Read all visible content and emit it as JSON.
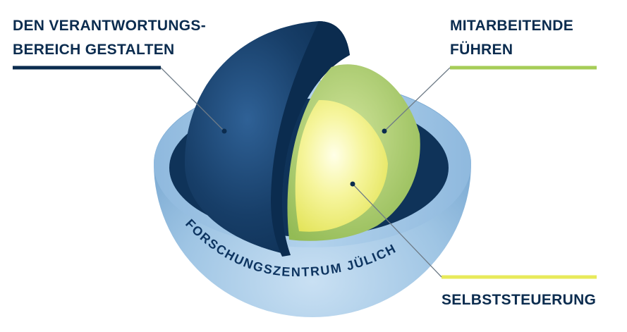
{
  "labels": {
    "outer_line1": "DEN VERANTWORTUNGS-",
    "outer_line2": "BEREICH GESTALTEN",
    "middle_line1": "MITARBEITENDE",
    "middle_line2": "FÜHREN",
    "inner": "SELBSTSTEUERUNG"
  },
  "ring_text": "FORSCHUNGSZENTRUM JÜLICH",
  "colors": {
    "dark_navy": "#0b2c4f",
    "shell_blue": "#1f4d7e",
    "base_light_blue": "#9cc3e3",
    "middle_green": "#a7c964",
    "core_yellow": "#eef07a",
    "outer_accent_line": "#0b2c4f",
    "middle_accent_line": "#a6cd57",
    "inner_accent_line": "#e8ea5a"
  }
}
